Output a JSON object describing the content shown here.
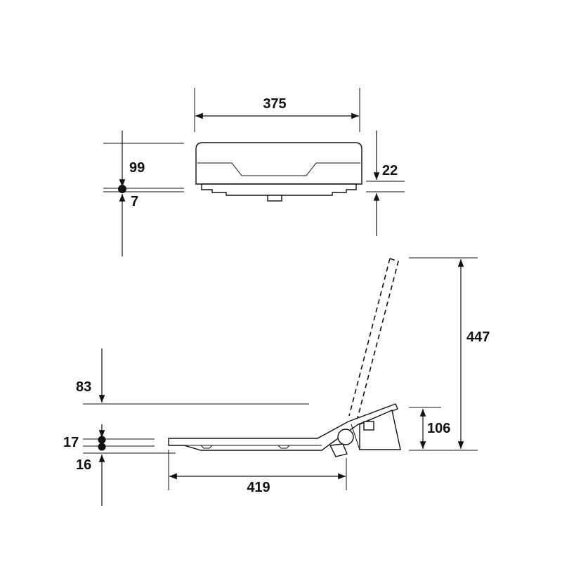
{
  "top_view": {
    "width_label": "375",
    "height_label": "99",
    "offset_label": "7",
    "thickness_label": "22"
  },
  "side_view": {
    "height_open_label": "447",
    "hinge_height_label": "106",
    "clearance_label": "83",
    "thickness_label": "17",
    "offset_label": "16",
    "length_label": "419"
  }
}
